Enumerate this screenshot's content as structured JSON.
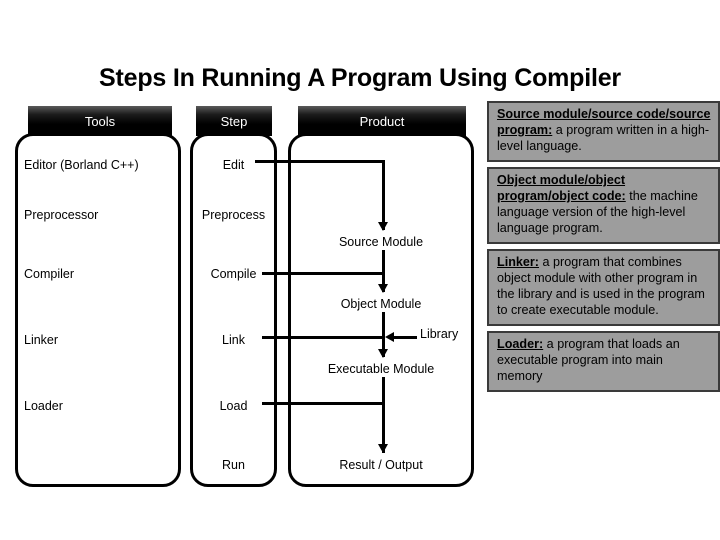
{
  "slide": {
    "title": "Steps In Running A Program Using Compiler"
  },
  "columns": {
    "tools": {
      "header": "Tools",
      "items": [
        "Editor (Borland C++)",
        "Preprocessor",
        "Compiler",
        "Linker",
        "Loader"
      ]
    },
    "step": {
      "header": "Step",
      "items": [
        "Edit",
        "Preprocess",
        "Compile",
        "Link",
        "Load",
        "Run"
      ]
    },
    "product": {
      "header": "Product",
      "items": [
        "Source Module",
        "Object Module",
        "Executable Module",
        "Result / Output"
      ],
      "side_label": "Library"
    }
  },
  "definitions": [
    {
      "term": "Source module/source code/source program:",
      "body": " a program written in a high-level language."
    },
    {
      "term": "Object module/object program/object code:",
      "body": " the machine language version of the high-level language program."
    },
    {
      "term": "Linker:",
      "body": " a program that combines object module with other program in the library and is used in the program to create executable module."
    },
    {
      "term": "Loader:",
      "body": " a program that loads an executable program into main memory"
    }
  ],
  "colors": {
    "tab_background": "#000000",
    "tab_text": "#ffffff",
    "panel_background": "#9d9d9d",
    "panel_border": "#3a3a3a",
    "line": "#000000",
    "page_background": "#ffffff"
  }
}
